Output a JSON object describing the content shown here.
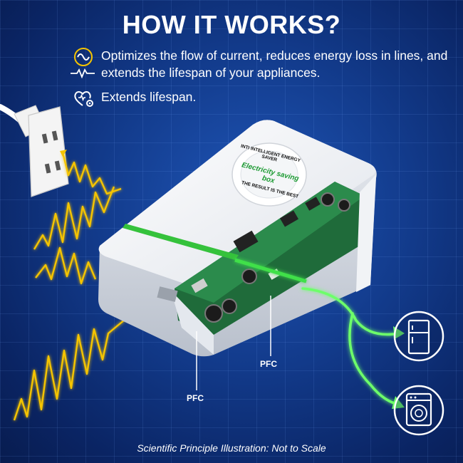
{
  "title": "HOW IT WORKS?",
  "features": [
    {
      "icon": "sine-wave-icon",
      "text": "Optimizes the flow of current, reduces energy loss in lines, and extends the lifespan of your appliances."
    },
    {
      "icon": "heart-gear-icon",
      "text": "Extends lifespan."
    }
  ],
  "device": {
    "badge_top": "INTI INTELLIGENT ENERGY SAVER",
    "badge_center": "Electricity saving box",
    "badge_bottom": "THE RESULT IS THE BEST"
  },
  "labels": {
    "pfc_right": "PFC",
    "pfc_left": "PFC"
  },
  "appliances": [
    "refrigerator-icon",
    "washing-machine-icon"
  ],
  "footer": "Scientific Principle Illustration: Not to Scale",
  "colors": {
    "background": "#123a8a",
    "current_wave": "#f5c400",
    "clean_current": "#3fe04a",
    "text": "#ffffff"
  }
}
